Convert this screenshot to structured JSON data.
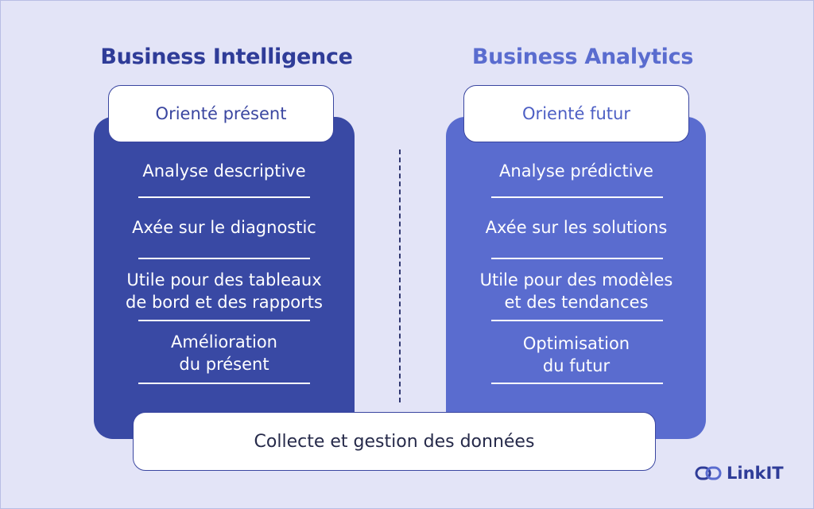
{
  "bi": {
    "title": "Business Intelligence",
    "orientation": "Orienté présent",
    "items": [
      "Analyse descriptive",
      "Axée sur le diagnostic",
      "Utile pour des tableaux\nde bord et des rapports",
      "Amélioration\ndu présent"
    ]
  },
  "ba": {
    "title": "Business Analytics",
    "orientation": "Orienté futur",
    "items": [
      "Analyse prédictive",
      "Axée sur les solutions",
      "Utile pour des modèles\net des tendances",
      "Optimisation\ndu futur"
    ]
  },
  "foundation": "Collecte et gestion des données",
  "brand": "LinkIT",
  "colors": {
    "background": "#e3e4f7",
    "bi_panel": "#3949a4",
    "ba_panel": "#5a6ccf",
    "bi_title": "#2f3c98",
    "ba_title": "#5a6ccf"
  }
}
